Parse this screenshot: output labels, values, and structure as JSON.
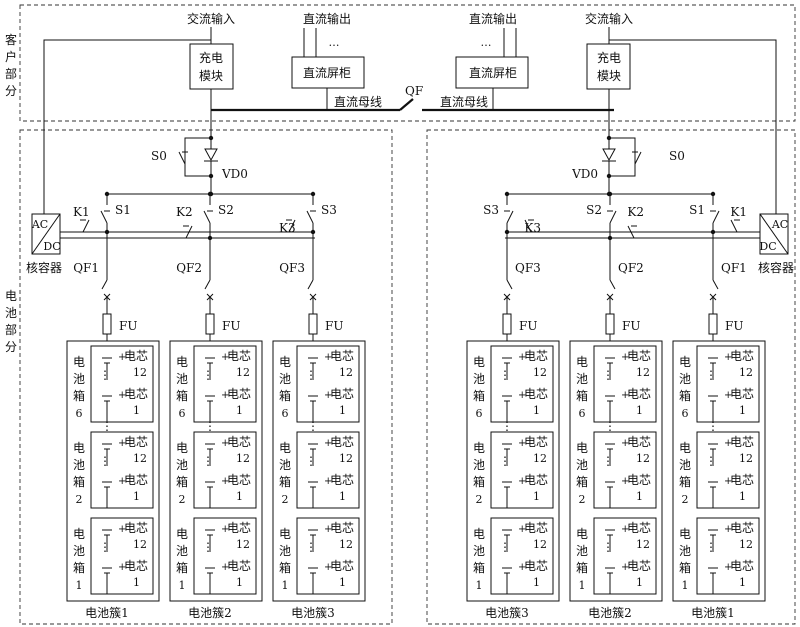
{
  "regions": {
    "customer": "客户部分",
    "battery": "电池部分"
  },
  "ac_input": "交流输入",
  "dc_output": "直流输出",
  "dc_output_dots": "…",
  "charger": "充电模块",
  "dc_cabinet": "直流屏柜",
  "dc_bus": "直流母线",
  "tie_breaker": "QF",
  "diode": "VD0",
  "bypass_switch": "S0",
  "capacitor": {
    "name": "核容器",
    "ac": "AC",
    "dc": "DC"
  },
  "switches": {
    "k": [
      "K1",
      "K2",
      "K3"
    ],
    "s": [
      "S1",
      "S2",
      "S3"
    ],
    "qf": [
      "QF1",
      "QF2",
      "QF3"
    ]
  },
  "fuse": "FU",
  "cell": {
    "label": "电芯",
    "top_number": "12",
    "bottom_number": "1",
    "plus": "+",
    "vdots": "⋮"
  },
  "boxes": [
    {
      "name": "电池箱",
      "number": "6"
    },
    {
      "name": "电池箱",
      "number": "2"
    },
    {
      "name": "电池箱",
      "number": "1"
    }
  ],
  "box_gap": "⋮",
  "clusters": [
    "电池簇1",
    "电池簇2",
    "电池簇3"
  ]
}
